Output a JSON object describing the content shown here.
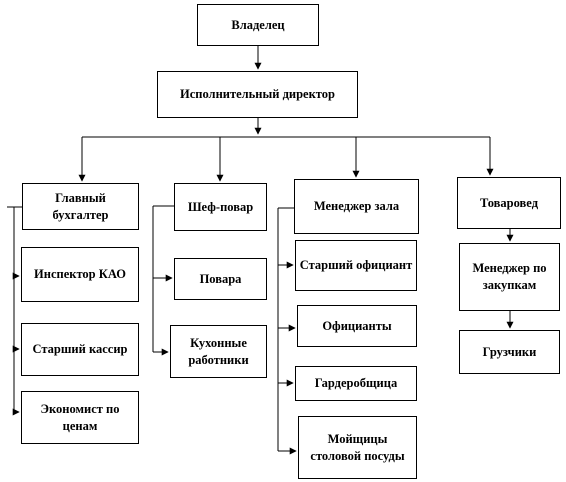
{
  "nodes": {
    "owner": "Владелец",
    "exec_director": "Исполнительный директор",
    "chief_accountant": "Главный бухгалтер",
    "kao_inspector": "Инспектор КАО",
    "senior_cashier": "Старший кассир",
    "price_economist": "Экономист по ценам",
    "chef": "Шеф-повар",
    "cooks": "Повара",
    "kitchen_workers": "Кухонные работники",
    "hall_manager": "Менеджер зала",
    "senior_waiter": "Старший официант",
    "waiters": "Официанты",
    "cloakroom_attendant": "Гардеробщица",
    "dishwashers": "Мойщицы столовой посуды",
    "merchandiser": "Товаровед",
    "purchasing_manager": "Менеджер по закупкам",
    "loaders": "Грузчики"
  },
  "colors": {
    "line": "#000000",
    "box_border": "#000000",
    "background": "#ffffff"
  }
}
